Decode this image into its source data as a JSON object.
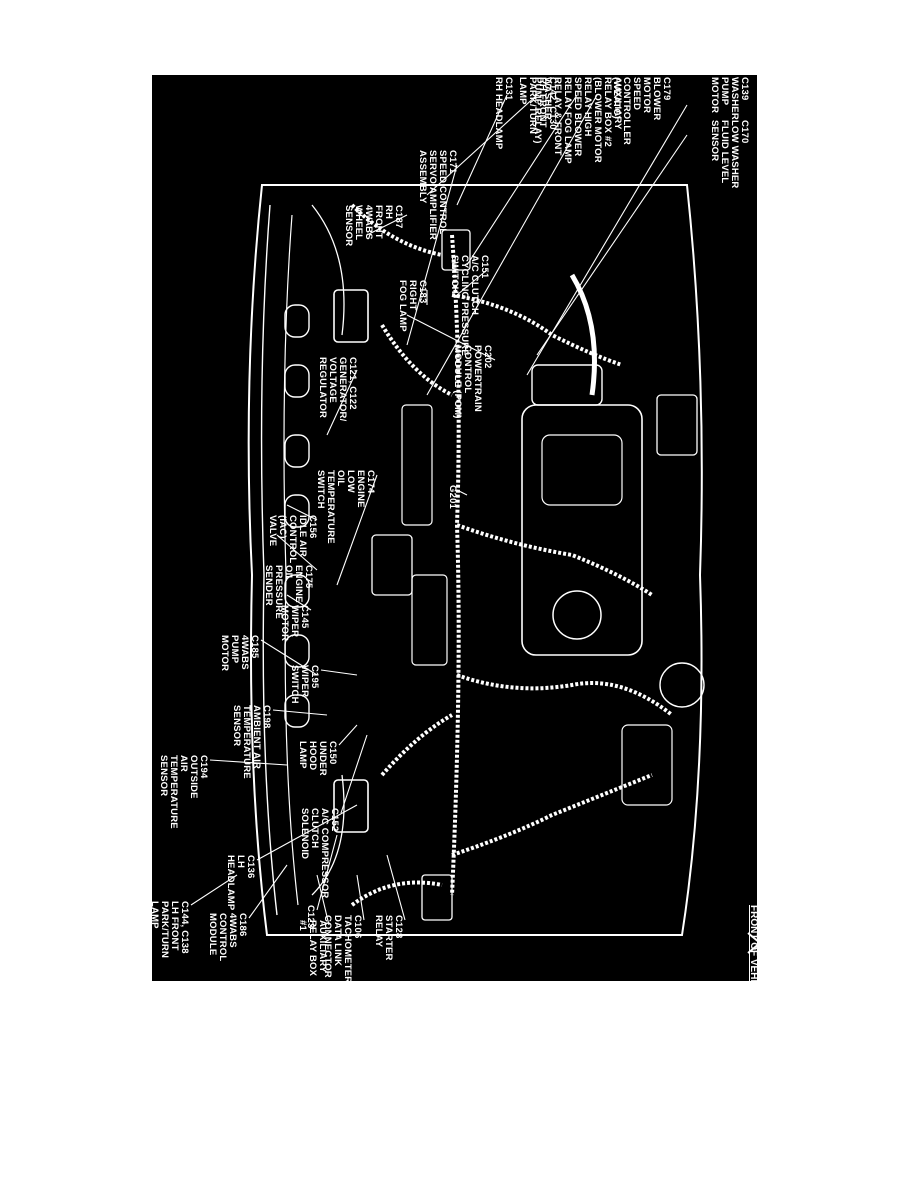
{
  "front_of_vehicle": "FRONT OF VEHICLE",
  "labels": {
    "c139": [
      "C139",
      "WASHER",
      "PUMP",
      "MOTOR"
    ],
    "c170": [
      "C170",
      "LOW WASHER",
      "FLUID LEVEL",
      "SENSOR"
    ],
    "c179": [
      "C179",
      "BLOWER",
      "MOTOR",
      "SPEED",
      "CONTROLLER",
      "(WEATC)"
    ],
    "aux2": [
      "AUXILIARY",
      "RELAY BOX #2",
      "(BLOWER MOTOR",
      "RELAY HIGH",
      "SPEED BLOWER",
      "RELAY FOG LAMP",
      "RELAY & FRONT",
      "WASHER",
      "PUMP RELAY)"
    ],
    "c142": [
      "C142, C130",
      "RH FRONT",
      "PARK/TURN",
      "LAMP"
    ],
    "c131": [
      "C131",
      "RH HEADLAMP"
    ],
    "c171": [
      "C171",
      "SPEED CONTROL",
      "SERVO/AMPLIFIER",
      "ASSEMBLY"
    ],
    "c187": [
      "C187",
      "RH",
      "FRONT",
      "4WABS",
      "WHEEL",
      "SENSOR"
    ],
    "c151": [
      "C151",
      "A/C CLUTCH",
      "CYCLING PRESSURE",
      "SWITCH"
    ],
    "c183": [
      "C183",
      "RIGHT",
      "FOG LAMP"
    ],
    "c202": [
      "C202",
      "POWERTRAIN",
      "CONTROL",
      "MODULE (PCM)"
    ],
    "c121": [
      "C121, C122",
      "GENERATOR/",
      "VOLTAGE",
      "REGULATOR"
    ],
    "g201": [
      "G201"
    ],
    "c174": [
      "C174",
      "ENGINE",
      "LOW",
      "OIL",
      "TEMPERATURE",
      "SWITCH"
    ],
    "c156": [
      "C156",
      "IDLE AIR",
      "CONTROL",
      "(IAC)",
      "VALVE"
    ],
    "c175": [
      "C175",
      "ENGINE",
      "OIL",
      "PRESSURE",
      "SENDER"
    ],
    "c145": [
      "C145",
      "WIPER",
      "MOTOR"
    ],
    "c185": [
      "C185",
      "4WABS",
      "PUMP",
      "MOTOR"
    ],
    "c195": [
      "C195",
      "WIPER",
      "SWITCH"
    ],
    "c198": [
      "C198",
      "AMBIENT AIR",
      "TEMPERATURE",
      "SENSOR"
    ],
    "c150": [
      "C150",
      "UNDER",
      "HOOD",
      "LAMP"
    ],
    "c194": [
      "C194",
      "OUTSIDE",
      "AIR",
      "TEMPERATURE",
      "SENSOR"
    ],
    "c152": [
      "C152",
      "A/C COMPRESSOR",
      "CLUTCH",
      "SOLENOID"
    ],
    "c136": [
      "C136",
      "LH",
      "HEADLAMP"
    ],
    "c123": [
      "C123"
    ],
    "c144": [
      "C144, C138",
      "LH FRONT",
      "PARK/TURN",
      "LAMP"
    ],
    "c186": [
      "C186",
      "4WABS",
      "CONTROL",
      "MODULE"
    ],
    "aux1": [
      "AUXILIARY",
      "RELAY BOX",
      "#1"
    ],
    "c106": [
      "C106",
      "TACHOMETER",
      "DATA LINK",
      "CONNECTOR"
    ],
    "c128": [
      "C128",
      "STARTER",
      "RELAY"
    ]
  }
}
